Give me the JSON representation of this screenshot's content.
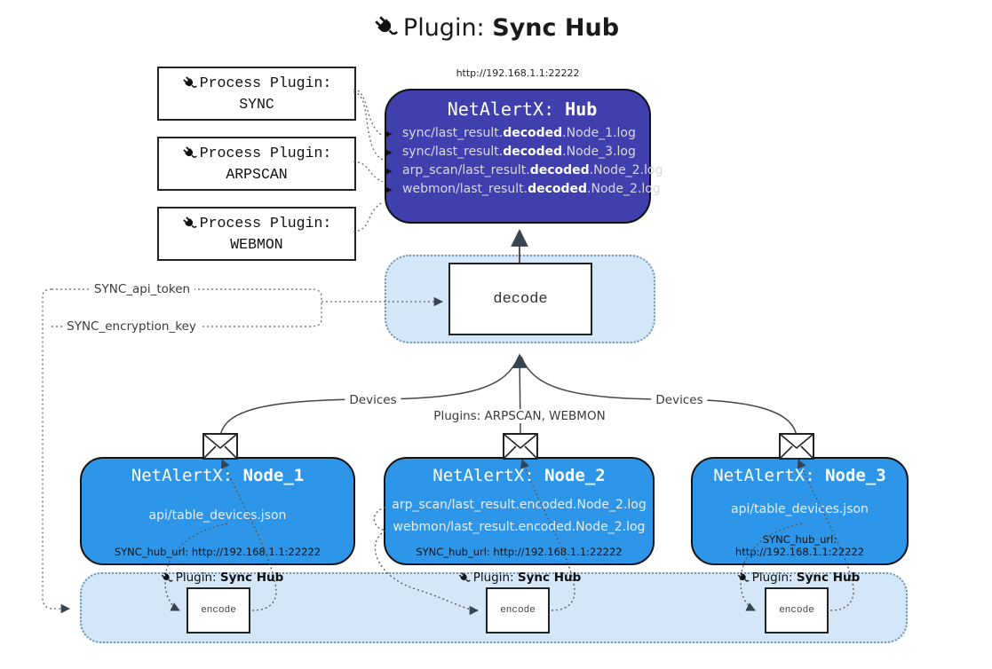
{
  "title": {
    "prefix": "Plugin:",
    "name": "Sync Hub"
  },
  "process_plugins": [
    {
      "label": "Process Plugin:",
      "name": "SYNC"
    },
    {
      "label": "Process Plugin:",
      "name": "ARPSCAN"
    },
    {
      "label": "Process Plugin:",
      "name": "WEBMON"
    }
  ],
  "hub": {
    "url": "http://192.168.1.1:22222",
    "title_prefix": "NetAlertX:",
    "title_name": "Hub",
    "logs": [
      {
        "pre": "sync/last_result.",
        "bold": "decoded",
        "post": ".Node_1.log"
      },
      {
        "pre": "sync/last_result.",
        "bold": "decoded",
        "post": ".Node_3.log"
      },
      {
        "pre": "arp_scan/last_result.",
        "bold": "decoded",
        "post": ".Node_2.log"
      },
      {
        "pre": "webmon/last_result.",
        "bold": "decoded",
        "post": ".Node_2.log"
      }
    ],
    "arrow_glyph": "▶"
  },
  "decode_label": "decode",
  "tokens": {
    "api_token": "SYNC_api_token",
    "encryption_key": "SYNC_encryption_key"
  },
  "edges": {
    "devices_left": "Devices",
    "plugins_mid": "Plugins: ARPSCAN, WEBMON",
    "devices_right": "Devices"
  },
  "nodes": [
    {
      "title_prefix": "NetAlertX:",
      "title_name": "Node_1",
      "files": [
        "api/table_devices.json"
      ],
      "hub_url": "SYNC_hub_url: http://192.168.1.1:22222"
    },
    {
      "title_prefix": "NetAlertX:",
      "title_name": "Node_2",
      "files": [
        "arp_scan/last_result.encoded.Node_2.log",
        "webmon/last_result.encoded.Node_2.log"
      ],
      "hub_url": "SYNC_hub_url: http://192.168.1.1:22222"
    },
    {
      "title_prefix": "NetAlertX:",
      "title_name": "Node_3",
      "files": [
        "api/table_devices.json"
      ],
      "hub_url": "SYNC_hub_url: http://192.168.1.1:22222"
    }
  ],
  "encode": {
    "label": "encode",
    "plugin_prefix": "Plugin:",
    "plugin_name": "Sync Hub"
  },
  "icons": {
    "plug": "plug-icon",
    "envelope": "envelope-icon"
  },
  "colors": {
    "hub_fill": "#3f3fae",
    "node_fill": "#2e96e8",
    "panel_fill": "#d4e7f8",
    "panel_border": "#6f95b5",
    "arrow_dark": "#36454f",
    "box_border": "#111111"
  }
}
